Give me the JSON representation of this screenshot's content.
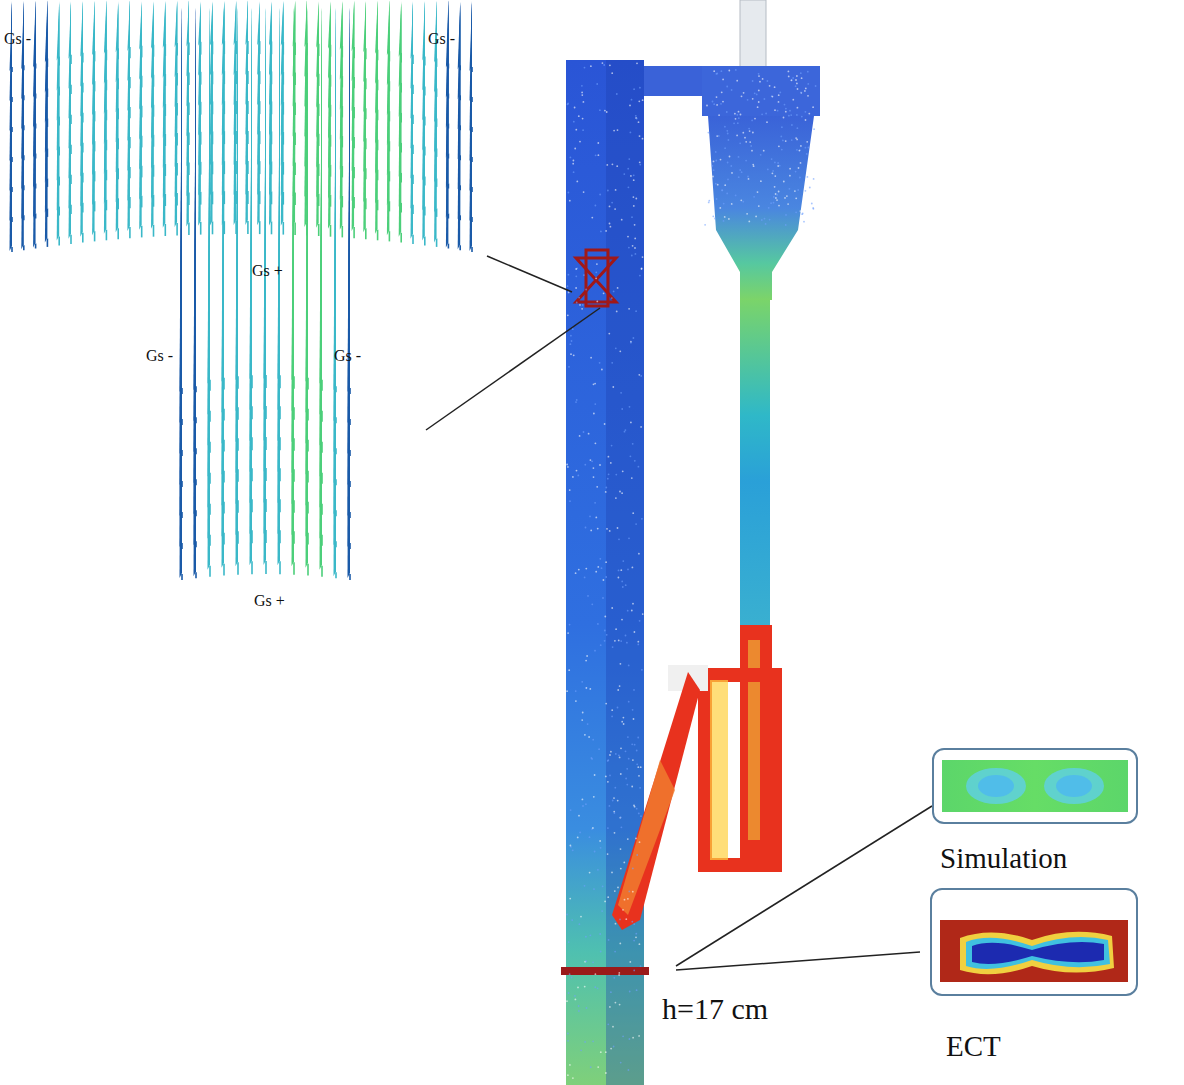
{
  "diagram": {
    "nodes": [
      {
        "text": [
          "Simulation"
        ]
      },
      {
        "text": [
          "ECT"
        ]
      }
    ],
    "labels": [
      "Gs -",
      "Gs -",
      "Gs +",
      "Gs -",
      "Gs -",
      "Gs +",
      "h=17 cm"
    ]
  }
}
